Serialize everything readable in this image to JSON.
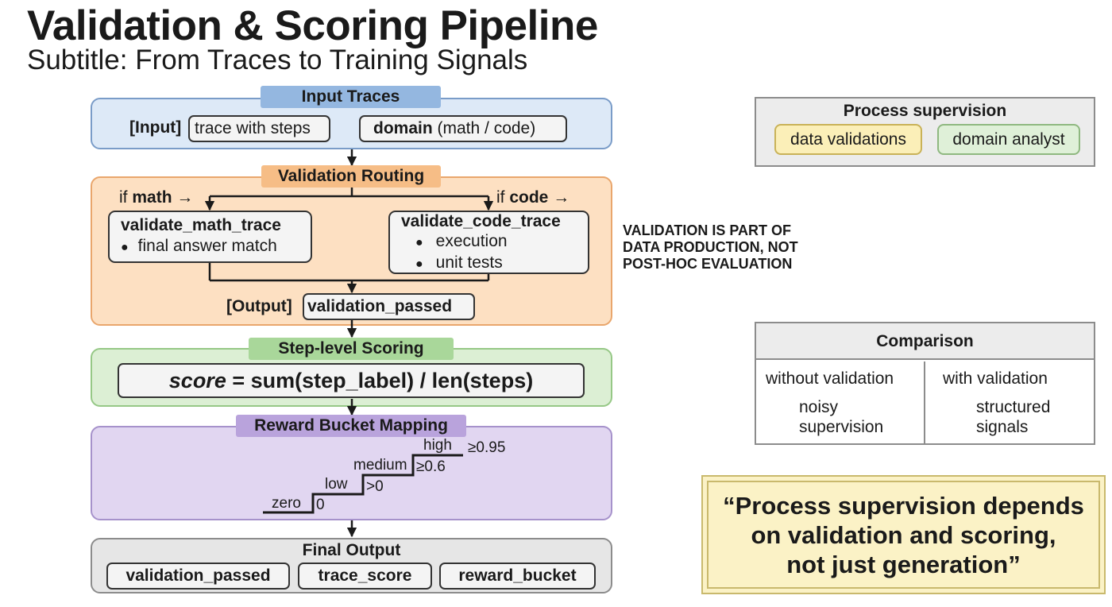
{
  "title": "Validation & Scoring Pipeline",
  "subtitle": "Subtitle: From Traces to Training Signals",
  "input": {
    "header": "Input Traces",
    "tag": "[Input]",
    "trace_pill": "trace with steps",
    "domain_bold": "domain",
    "domain_rest": "(math / code)"
  },
  "routing": {
    "header": "Validation Routing",
    "if_math_prefix": "if",
    "if_math_bold": "math",
    "if_code_prefix": "if",
    "if_code_bold": "code",
    "arrow": "→",
    "math_box": {
      "title": "validate_math_trace",
      "items": [
        "final answer match"
      ]
    },
    "code_box": {
      "title": "validate_code_trace",
      "items": [
        "execution",
        "unit tests"
      ]
    },
    "output_tag": "[Output]",
    "output_pill": "validation_passed",
    "bullet": "●"
  },
  "scoring": {
    "header": "Step-level Scoring",
    "formula_italic": "score",
    "formula_rest": " = sum(step_label) / len(steps)"
  },
  "reward": {
    "header": "Reward Bucket Mapping",
    "steps": [
      {
        "name": "zero",
        "threshold": "0"
      },
      {
        "name": "low",
        "threshold": ">0"
      },
      {
        "name": "medium",
        "threshold": "≥0.6"
      },
      {
        "name": "high",
        "threshold": "≥0.95"
      }
    ]
  },
  "final": {
    "header": "Final Output",
    "pills": [
      "validation_passed",
      "trace_score",
      "reward_bucket"
    ]
  },
  "process_supervision": {
    "title": "Process supervision",
    "tags": [
      "data validations",
      "domain analyst"
    ]
  },
  "note": {
    "lines": [
      "VALIDATION IS PART OF",
      "DATA PRODUCTION, NOT",
      "POST-HOC EVALUATION"
    ]
  },
  "comparison": {
    "title": "Comparison",
    "left": {
      "label": "without validation",
      "result": [
        "noisy",
        "supervision"
      ]
    },
    "right": {
      "label": "with validation",
      "result": [
        "structured",
        "signals"
      ]
    }
  },
  "quote": {
    "lines": [
      "“Process supervision depends",
      "on validation and scoring,",
      "not just generation”"
    ]
  },
  "colors": {
    "input_fill": "#dde9f7",
    "input_border": "#7a9cc8",
    "input_header": "#94b7e0",
    "routing_fill": "#fde0c2",
    "routing_border": "#e9a66c",
    "routing_header": "#f6bd86",
    "scoring_fill": "#dcefd4",
    "scoring_border": "#96c886",
    "scoring_header": "#a9d79a",
    "reward_fill": "#e1d6f1",
    "reward_border": "#a692cb",
    "reward_header": "#b9a3dc",
    "final_fill": "#e6e6e6",
    "final_border": "#8c8c8c",
    "red_arrow": "#d8322e",
    "green_arrow": "#6b9a5e",
    "tag_yellow": "#fbefb8",
    "tag_green": "#dff0d8"
  }
}
